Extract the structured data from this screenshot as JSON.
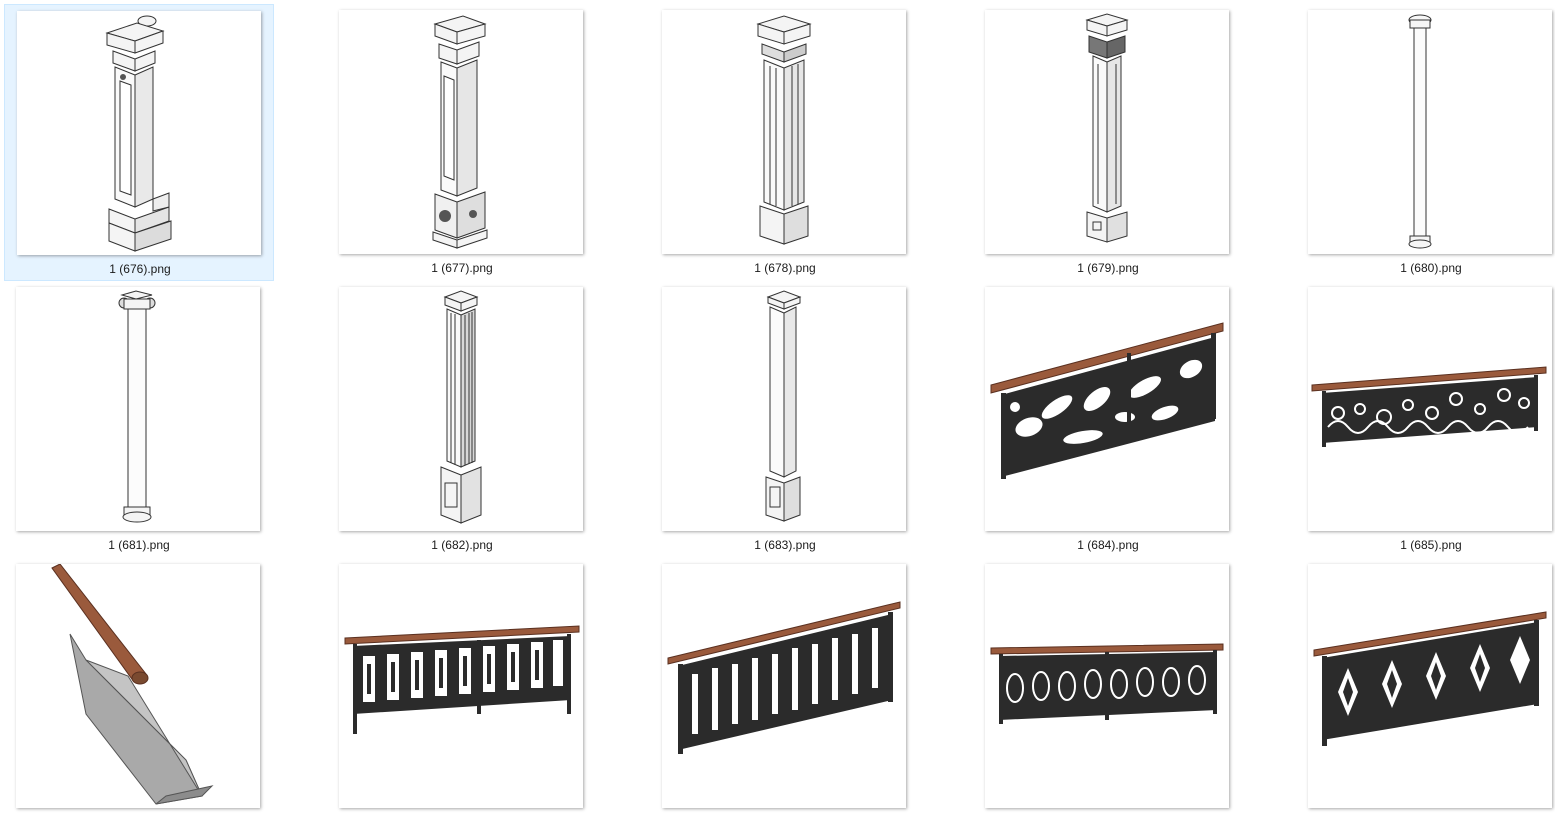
{
  "window": {
    "view": "Large icons",
    "selected_index": 0
  },
  "files": [
    {
      "name": "1 (676).png",
      "icon": "pedestal-column-ornate-icon"
    },
    {
      "name": "1 (677).png",
      "icon": "pedestal-column-carved-base-icon"
    },
    {
      "name": "1 (678).png",
      "icon": "square-column-fluted-icon"
    },
    {
      "name": "1 (679).png",
      "icon": "slender-column-ornate-capital-icon"
    },
    {
      "name": "1 (680).png",
      "icon": "round-column-plain-icon"
    },
    {
      "name": "1 (681).png",
      "icon": "ionic-column-icon"
    },
    {
      "name": "1 (682).png",
      "icon": "fluted-pilaster-column-icon"
    },
    {
      "name": "1 (683).png",
      "icon": "plain-square-post-icon"
    },
    {
      "name": "1 (684).png",
      "icon": "organic-railing-icon"
    },
    {
      "name": "1 (685).png",
      "icon": "scroll-pattern-railing-icon"
    },
    {
      "name": "",
      "icon": "stone-handrail-section-icon"
    },
    {
      "name": "",
      "icon": "art-deco-railing-icon"
    },
    {
      "name": "",
      "icon": "fleur-de-lis-railing-icon"
    },
    {
      "name": "",
      "icon": "medallion-railing-icon"
    },
    {
      "name": "",
      "icon": "diamond-pattern-railing-icon"
    }
  ],
  "colors": {
    "selection_background": "#e5f3ff",
    "selection_border": "#cce8ff",
    "handrail_wood": "#9a5a3c",
    "iron": "#2b2b2b",
    "stone_light": "#f2f2f2",
    "stone_dark": "#444444"
  }
}
